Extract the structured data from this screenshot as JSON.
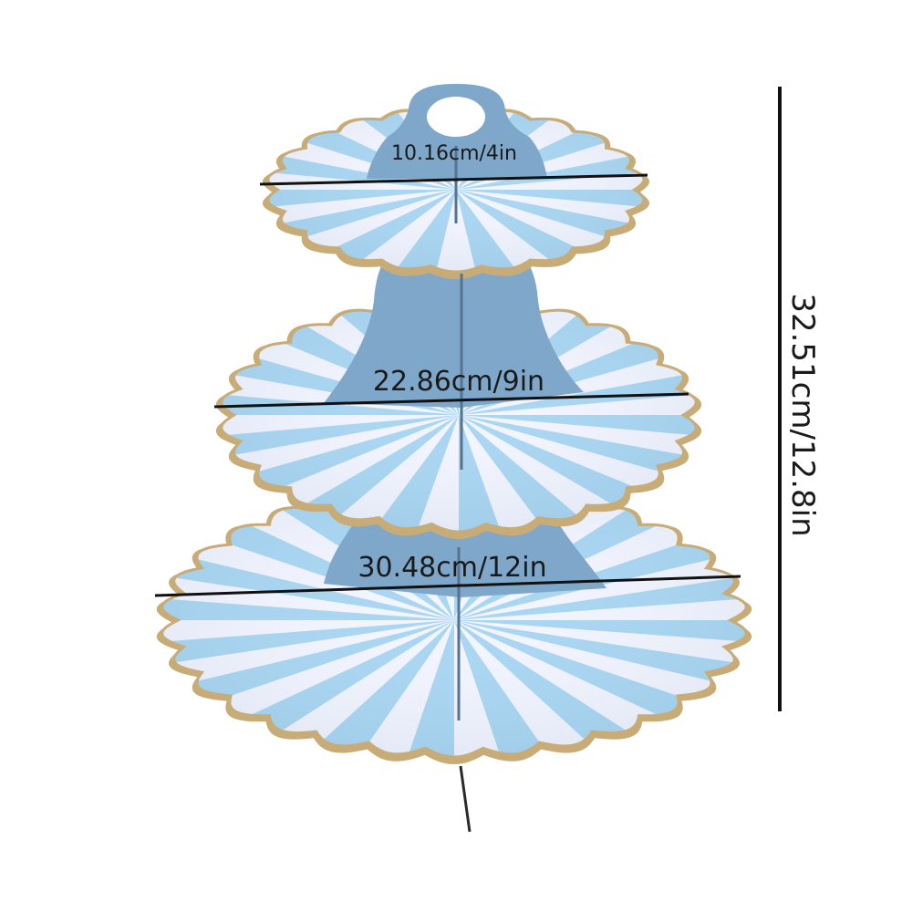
{
  "product": {
    "name_icon": "three-tier-cupcake-stand",
    "colors": {
      "light_stripe": "#f3f5ff",
      "blue_stripe": "#a9d6f2",
      "support": "#7fa7c9",
      "support_dark": "#6b93b6",
      "gold_rim": "#c8ac78",
      "measure_line": "#111111"
    }
  },
  "dimensions": {
    "top_tier": "10.16cm/4in",
    "middle_tier": "22.86cm/9in",
    "bottom_tier": "30.48cm/12in",
    "height": "32.51cm/12.8in"
  }
}
